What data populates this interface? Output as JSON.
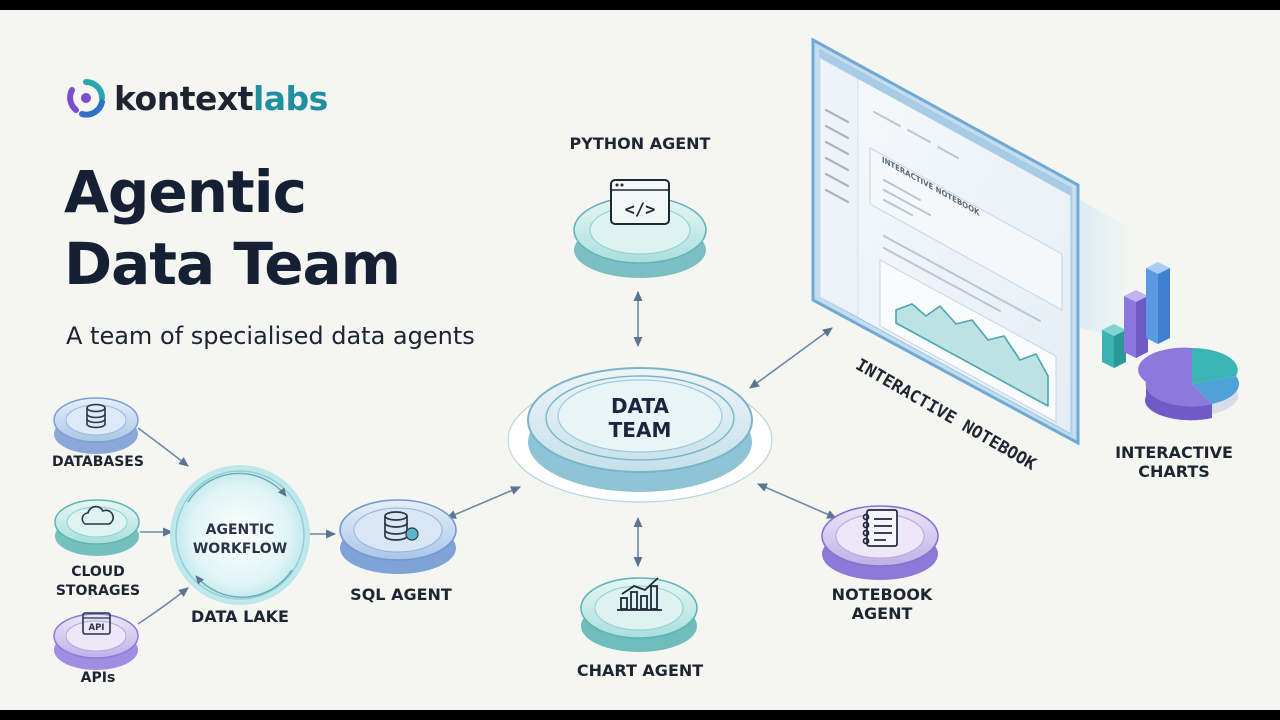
{
  "brand": {
    "name_part1": "kontext",
    "name_part2": "labs",
    "accent": "#1f8fa0"
  },
  "hero": {
    "title_line1": "Agentic",
    "title_line2": "Data Team",
    "subtitle": "A team of specialised data agents"
  },
  "sources": [
    {
      "label": "DATABASES",
      "icon": "database-icon"
    },
    {
      "label_line1": "CLOUD",
      "label_line2": "STORAGES",
      "icon": "cloud-icon"
    },
    {
      "label": "APIs",
      "icon": "api-icon",
      "icon_text": "API"
    }
  ],
  "workflow": {
    "label_line1": "AGENTIC",
    "label_line2": "WORKFLOW",
    "caption": "DATA LAKE"
  },
  "hub": {
    "label_line1": "DATA",
    "label_line2": "TEAM"
  },
  "agents": {
    "python": {
      "label": "PYTHON AGENT",
      "icon": "code-window-icon",
      "icon_text": "</>"
    },
    "sql": {
      "label": "SQL AGENT",
      "icon": "database-gear-icon"
    },
    "chart": {
      "label": "CHART AGENT",
      "icon": "bar-chart-icon"
    },
    "notebook": {
      "label_line1": "NOTEBOOK",
      "label_line2": "AGENT",
      "icon": "notebook-icon"
    }
  },
  "notebook_panel": {
    "label": "INTERACTIVE NOTEBOOK",
    "section_title": "INTERACTIVE NOTEBOOK"
  },
  "charts_panel": {
    "label_line1": "INTERACTIVE",
    "label_line2": "CHARTS"
  },
  "colors": {
    "teal": "#3fb8b8",
    "blue": "#4a8fd8",
    "purple": "#7d6ad6",
    "title": "#152035"
  }
}
